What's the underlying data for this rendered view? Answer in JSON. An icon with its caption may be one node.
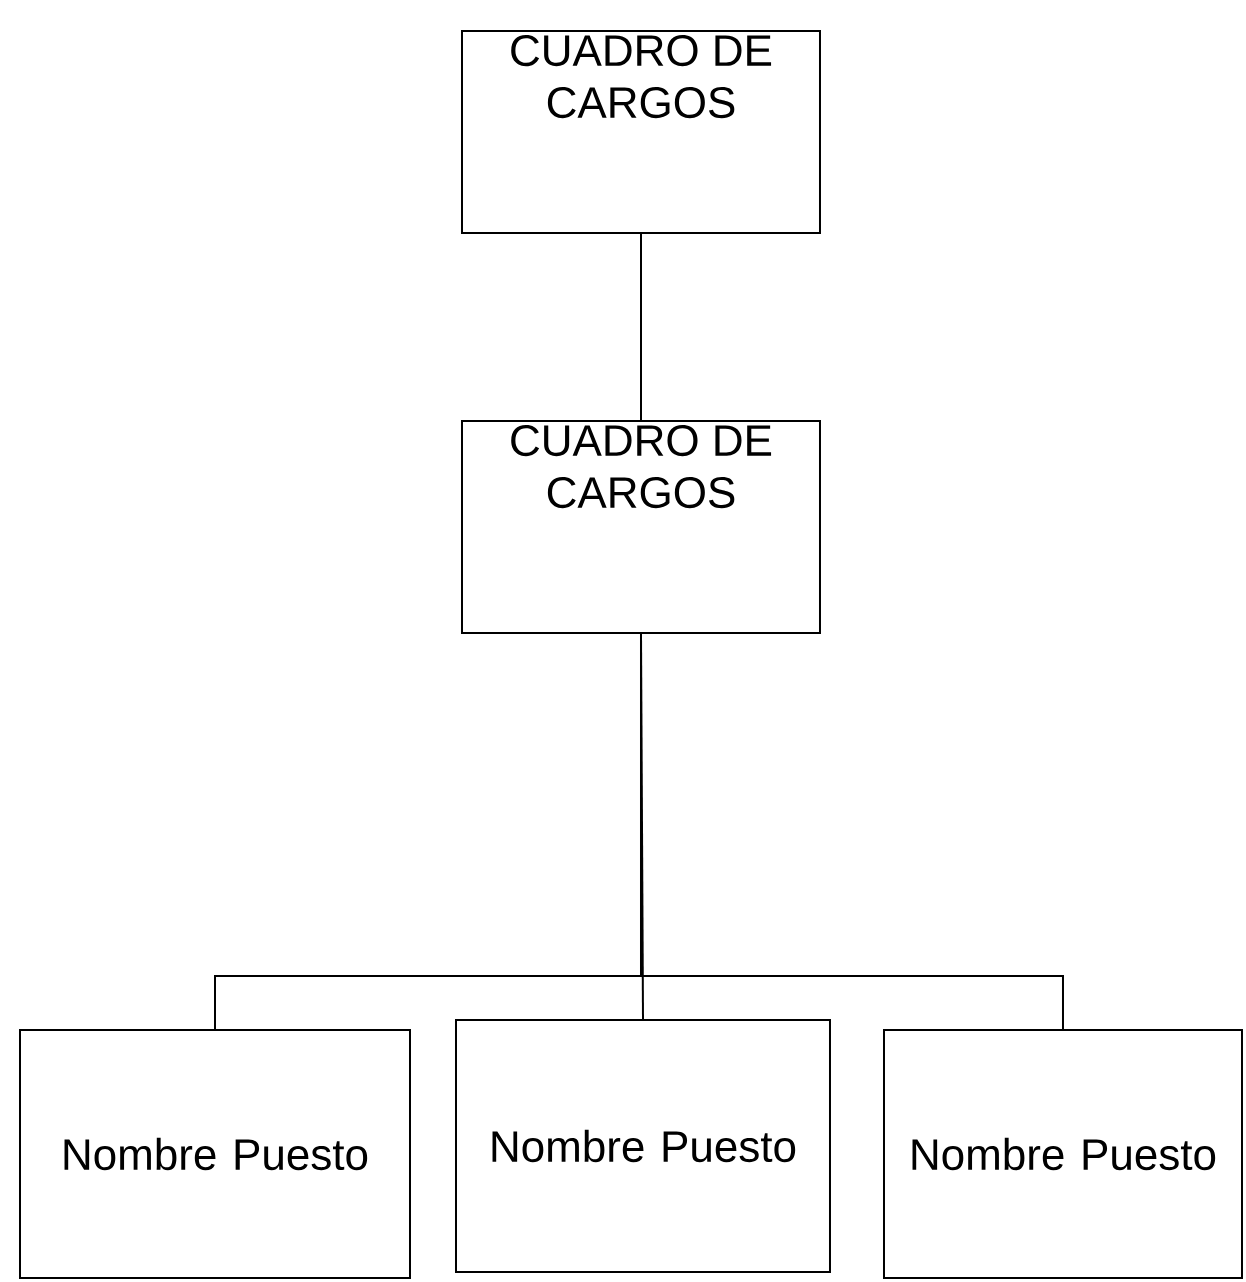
{
  "diagram": {
    "nodes": [
      {
        "text": [
          "CUADRO DE CARGOS"
        ]
      },
      {
        "text": [
          "CUADRO DE CARGOS"
        ]
      },
      {
        "text": [
          "Nombre Puesto"
        ]
      },
      {
        "text": [
          "Nombre Puesto"
        ]
      },
      {
        "text": [
          "Nombre Puesto"
        ]
      }
    ],
    "edges": [
      {
        "from": 0,
        "to": 1,
        "arrow": "none"
      },
      {
        "from": 1,
        "to": 2,
        "arrow": "none"
      },
      {
        "from": 1,
        "to": 3,
        "arrow": "none"
      },
      {
        "from": 1,
        "to": 4,
        "arrow": "none"
      }
    ]
  }
}
